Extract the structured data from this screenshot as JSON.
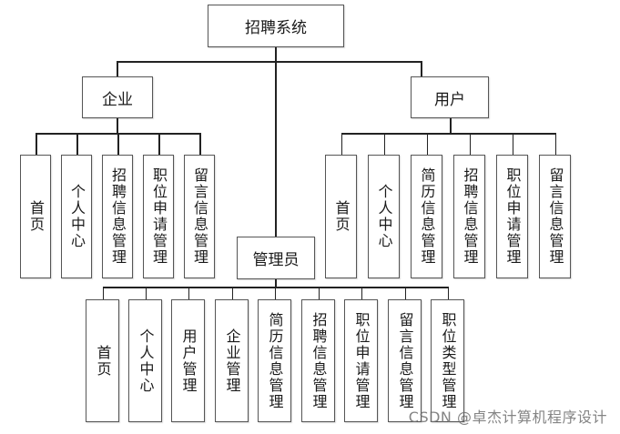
{
  "root": {
    "label": "招聘系统"
  },
  "groups": [
    {
      "id": "enterprise",
      "label": "企业",
      "children": [
        "首页",
        "个人中心",
        "招聘信息管理",
        "职位申请管理",
        "留言信息管理"
      ]
    },
    {
      "id": "user",
      "label": "用户",
      "children": [
        "首页",
        "个人中心",
        "简历信息管理",
        "招聘信息管理",
        "职位申请管理",
        "留言信息管理"
      ]
    },
    {
      "id": "admin",
      "label": "管理员",
      "children": [
        "首页",
        "个人中心",
        "用户管理",
        "企业管理",
        "简历信息管理",
        "招聘信息管理",
        "职位申请管理",
        "留言信息管理",
        "职位类型管理"
      ]
    }
  ],
  "watermark": "CSDN @卓杰计算机程序设计"
}
